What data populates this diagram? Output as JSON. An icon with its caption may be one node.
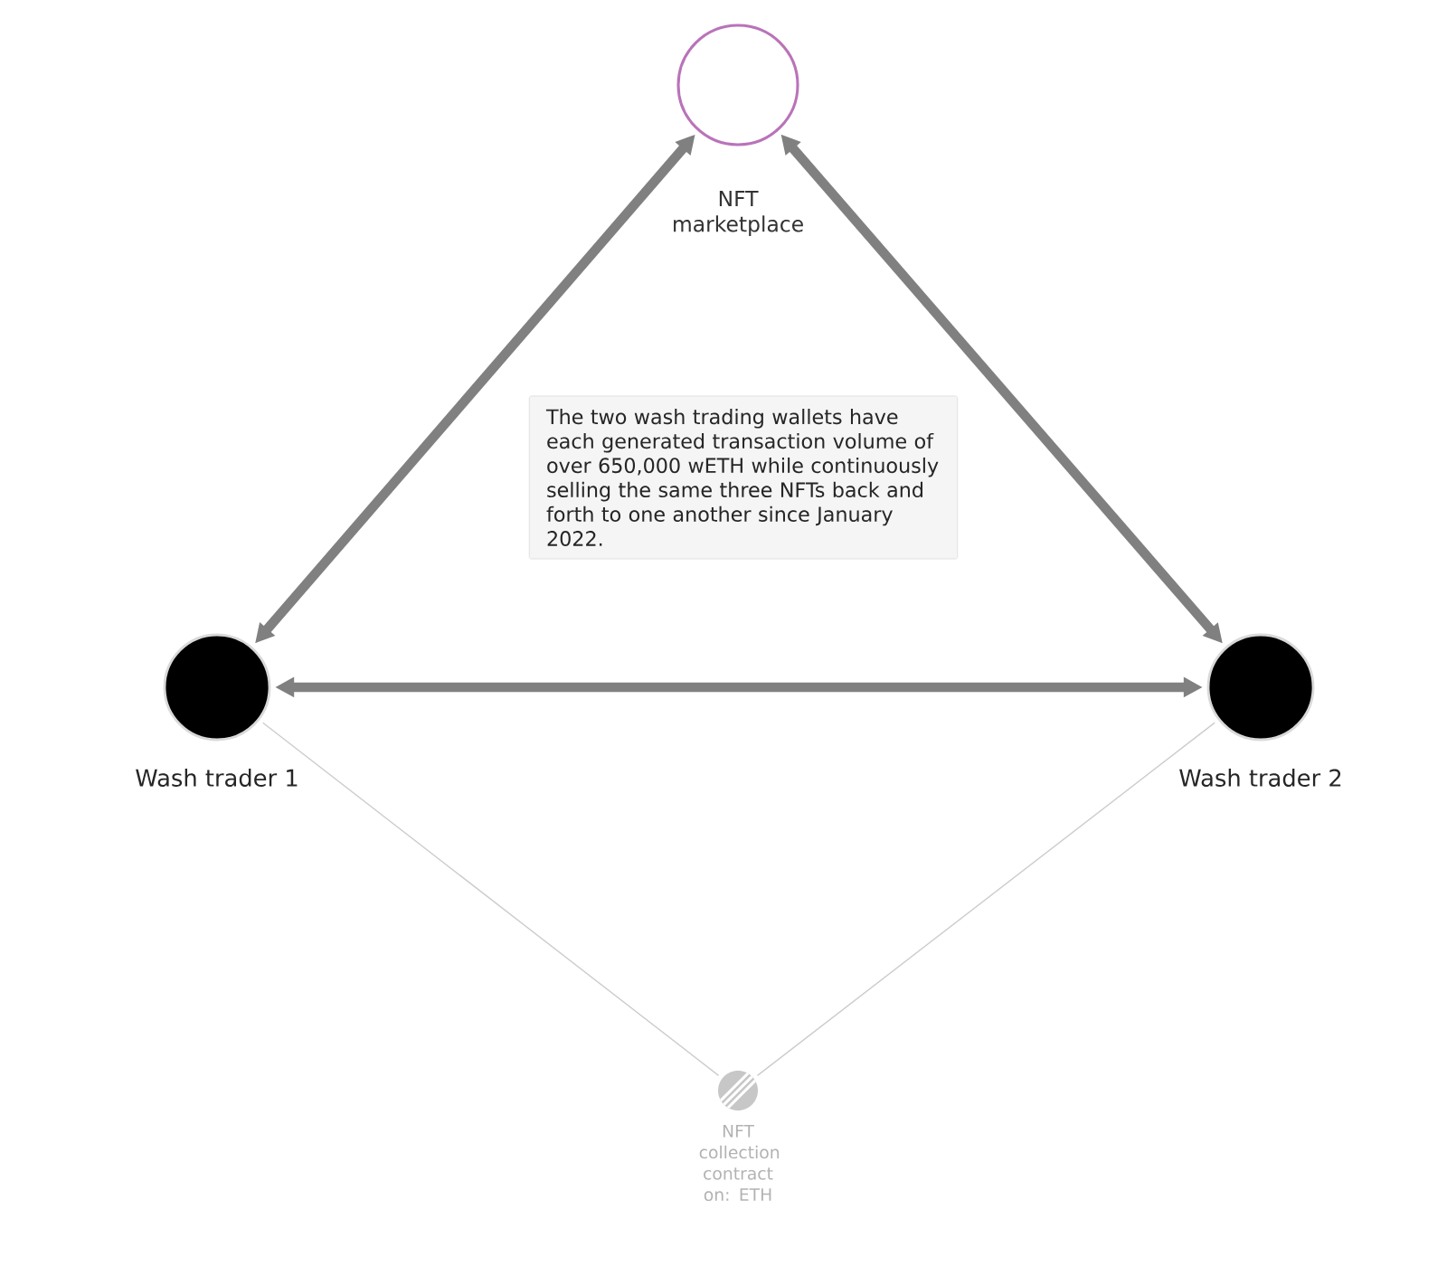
{
  "diagram": {
    "nodes": [
      {
        "text": [
          "NFT marketplace"
        ]
      },
      {
        "text": [
          "The two wash trading wallets have each generated transaction volume of over 650,000 wETH while continuously selling the same three NFTs back and forth to one another since January 2022."
        ]
      },
      {
        "text": [
          "Wash trader 1"
        ]
      },
      {
        "text": [
          "Wash trader 2"
        ]
      },
      {
        "text": [
          "NFT collection contract on: ETH"
        ]
      }
    ],
    "edges": [
      {
        "from": 2,
        "to": 0,
        "arrow": "both"
      },
      {
        "from": 3,
        "to": 0,
        "arrow": "both"
      },
      {
        "from": 2,
        "to": 3,
        "arrow": "both"
      },
      {
        "from": 2,
        "to": 4,
        "arrow": "none",
        "color": "#cccccc"
      },
      {
        "from": 3,
        "to": 4,
        "arrow": "none",
        "color": "#cccccc"
      }
    ]
  }
}
